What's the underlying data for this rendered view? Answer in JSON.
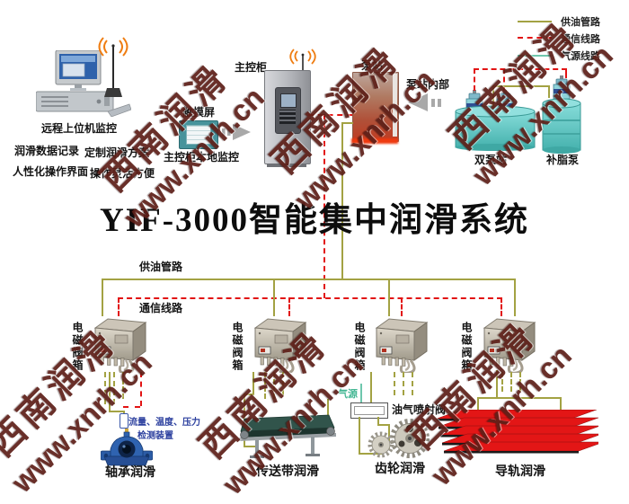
{
  "title": "YIF-3000智能集中润滑系统",
  "legend": {
    "items": [
      {
        "label": "供油管路",
        "color": "#a3a243",
        "style": "solid"
      },
      {
        "label": "通信线路",
        "color": "#e21414",
        "style": "dashed"
      },
      {
        "label": "气源线路",
        "color": "#6fc7ad",
        "style": "solid"
      }
    ]
  },
  "remote_pc": {
    "label": "远程上位机监控",
    "feature1": "润滑数据记录",
    "feature2": "定制润滑方案",
    "feature3": "人性化操作界面",
    "feature4": "操作灵活方便"
  },
  "touchscreen": {
    "label": "触摸屏",
    "caption": "主控柜本地监控"
  },
  "cabinet": {
    "label": "主控柜"
  },
  "pump_station": {
    "label": "泵站",
    "inside_label": "泵站内部"
  },
  "dual_pump": {
    "label": "双泵站"
  },
  "grease_pump": {
    "label": "补脂泵"
  },
  "bus": {
    "oil_label": "供油管路",
    "comm_label": "通信线路"
  },
  "valve_boxes": [
    {
      "label": "电磁阀箱"
    },
    {
      "label": "电磁阀箱"
    },
    {
      "label": "电磁阀箱"
    },
    {
      "label": "电磁阀箱"
    }
  ],
  "air_source": {
    "label": "气源"
  },
  "injector": {
    "label": "油气喷射阀"
  },
  "detector": {
    "line1": "流量、温度、压力",
    "line2": "检测装置"
  },
  "machines": {
    "bearing": "轴承润滑",
    "conveyor": "传送带润滑",
    "gear": "齿轮润滑",
    "rail": "导轨润滑"
  },
  "watermark": {
    "line1": "西南润滑",
    "line2": "www.xnrh.cn"
  },
  "colors": {
    "oil_line": "#a3a243",
    "comm_line": "#e21414",
    "air_line": "#6fc7ad",
    "watermark": "#5e2019"
  }
}
